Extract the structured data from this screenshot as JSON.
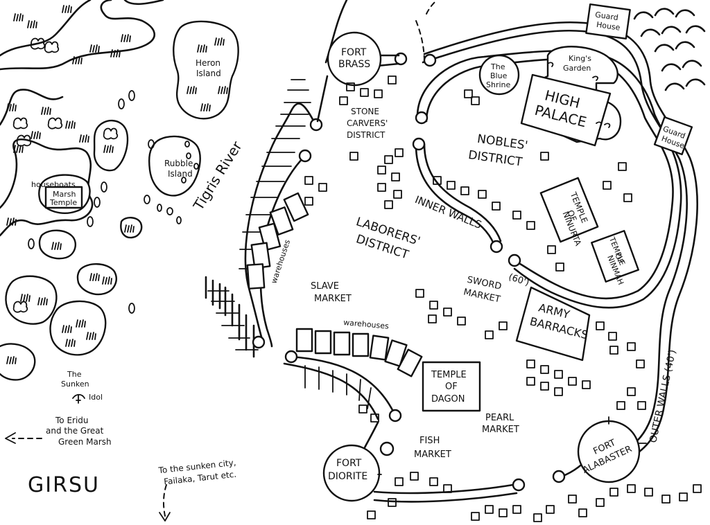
{
  "map": {
    "title": "GIRSU",
    "colors": {
      "ink": "#111111",
      "paper": "#ffffff"
    },
    "places": {
      "heron_island": [
        "Heron",
        "Island"
      ],
      "rubble_island": [
        "Rubble",
        "Island"
      ],
      "houseboats": "houseboats",
      "marsh_temple": [
        "Marsh",
        "Temple"
      ],
      "sunken_idol": [
        "The",
        "Sunken",
        "Idol"
      ],
      "tigris_river": "Tigris River",
      "fort_brass": [
        "FORT",
        "BRASS"
      ],
      "stone_carvers": [
        "STONE",
        "CARVERS'",
        "DISTRICT"
      ],
      "blue_shrine": [
        "The",
        "Blue",
        "Shrine"
      ],
      "kings_garden": [
        "King's",
        "Garden"
      ],
      "high_palace": [
        "HIGH",
        "PALACE"
      ],
      "guard_house_top": [
        "Guard",
        "House"
      ],
      "guard_house_right": [
        "Guard",
        "House"
      ],
      "nobles_district": [
        "NOBLES'",
        "DISTRICT"
      ],
      "temple_ninurta": [
        "TEMPLE",
        "OF",
        "NINURTA"
      ],
      "temple_ninmah": [
        "TEMPLE",
        "OF",
        "NINMAH"
      ],
      "inner_walls": "INNER WALLS",
      "inner_walls_height": "(60')",
      "laborers_district": [
        "LABORERS'",
        "DISTRICT"
      ],
      "warehouses_west": "warehouses",
      "warehouses_south": "warehouses",
      "slave_market": [
        "SLAVE",
        "MARKET"
      ],
      "sword_market": [
        "SWORD",
        "MARKET"
      ],
      "army_barracks": [
        "ARMY",
        "BARRACKS"
      ],
      "temple_dagon": [
        "TEMPLE",
        "OF",
        "DAGON"
      ],
      "pearl_market": [
        "PEARL",
        "MARKET"
      ],
      "fish_market": [
        "FISH",
        "MARKET"
      ],
      "fort_diorite": [
        "FORT",
        "DIORITE"
      ],
      "fort_alabaster": [
        "FORT",
        "ALABASTER"
      ],
      "outer_walls": "OUTER WALLS (40')"
    },
    "directions": {
      "eridu": [
        "To Eridu",
        "and the Great",
        "Green Marsh"
      ],
      "sunken_city": [
        "To the sunken city,",
        "Failaka, Tarut etc."
      ]
    },
    "icons": [
      "compass-free",
      "marsh-grass-icon",
      "hill-icon",
      "boat-icon"
    ]
  }
}
